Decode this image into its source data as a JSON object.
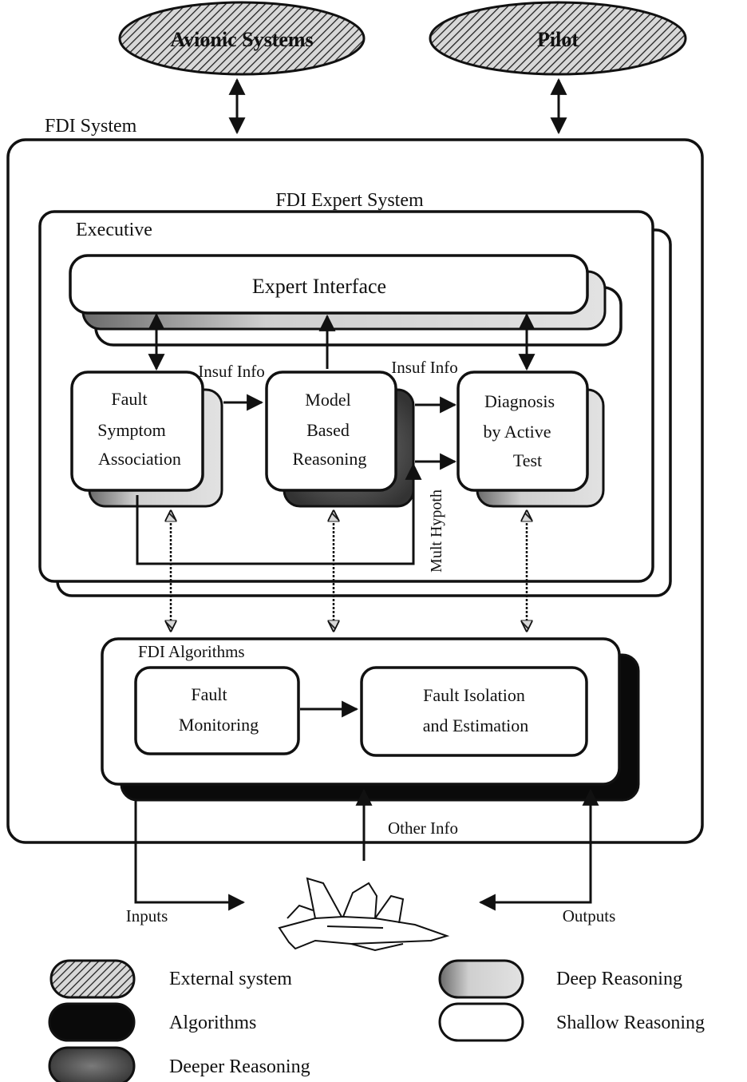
{
  "external": {
    "avionic": "Avionic Systems",
    "pilot": "Pilot"
  },
  "fdi_system": {
    "label": "FDI System"
  },
  "expert_system": {
    "label": "FDI Expert System",
    "executive": "Executive",
    "expert_interface": "Expert Interface",
    "fault_symptom": [
      "Fault",
      "Symptom",
      "Association"
    ],
    "model_based": [
      "Model",
      "Based",
      "Reasoning"
    ],
    "diagnosis": [
      "Diagnosis",
      "by Active",
      "Test"
    ],
    "insuf_info_1": "Insuf Info",
    "insuf_info_2": "Insuf Info",
    "mult_hypoth": "Mult Hypoth"
  },
  "algorithms": {
    "label": "FDI Algorithms",
    "fault_monitoring": [
      "Fault",
      "Monitoring"
    ],
    "fault_isolation": [
      "Fault Isolation",
      "and Estimation"
    ]
  },
  "flow": {
    "other_info": "Other Info",
    "inputs": "Inputs",
    "outputs": "Outputs"
  },
  "legend": {
    "external": "External system",
    "algorithms": "Algorithms",
    "deeper": "Deeper Reasoning",
    "deep": "Deep Reasoning",
    "shallow": "Shallow Reasoning"
  },
  "colors": {
    "ink": "#111111",
    "deeper_fill": "#5a5a5a",
    "deep_fill": "#bdbdbd",
    "algorithms_fill": "#0a0a0a"
  }
}
